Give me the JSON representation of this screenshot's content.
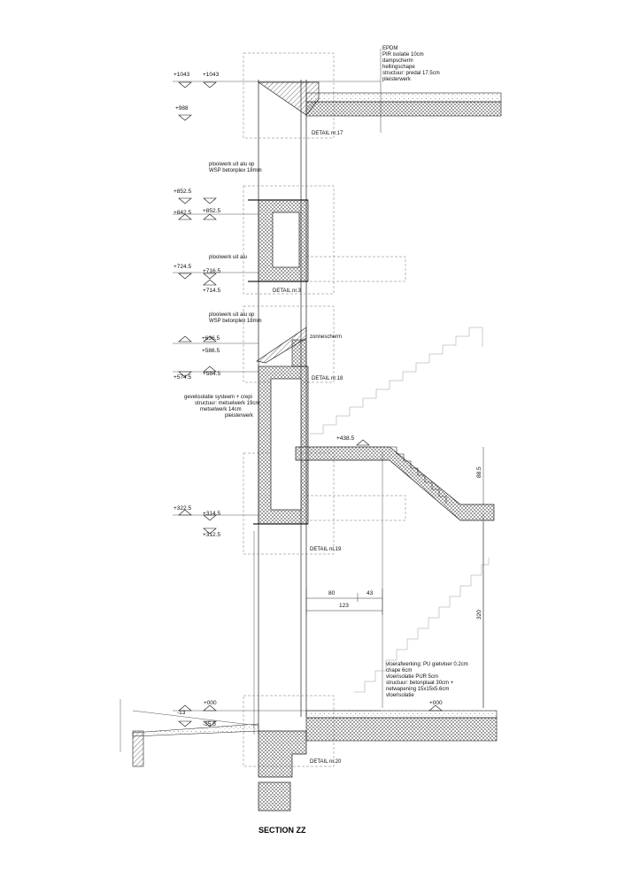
{
  "title": "SECTION ZZ",
  "levels_left": [
    "+1043",
    "+988",
    "+852.5",
    "+842.5",
    "+724.5",
    "+636.5",
    "+586.5",
    "+574.5",
    "+322.5",
    "+000",
    "-13"
  ],
  "levels_right": [
    "+1043",
    "+852.5",
    "+716.5",
    "+714.5",
    "+584.5",
    "+314.5",
    "+312.5",
    "-35.5"
  ],
  "level_stairs": "+438.5",
  "level_floor": "+000",
  "roof_spec": [
    "EPDM",
    "PIR isolatie 10cm",
    "dampscherm",
    "hellingschape",
    "structuur: predal 17.5cm",
    "pleisterwerk"
  ],
  "notes": {
    "plate_top": [
      "plooiwerk uit alu op",
      "WSP betonplex 18mm"
    ],
    "plate_mid": "plooiwerk uit alu",
    "plate_low": [
      "plooiwerk uit alu op",
      "WSP betonplex 18mm"
    ],
    "sunscreen": "zonnescherm",
    "facade": [
      "gevelisolatie systeem + crepi",
      "structuur: metselwerk 19cm",
      "metselwerk 14cm",
      "pleisterwerk"
    ],
    "floor": [
      "vloerafwerking: PU gietvloer 0.2cm",
      "chape 6cm",
      "vloerisolatie PUR 5cm",
      "structuur: betonplaat 30cm +",
      "netwapening 15x15x5.6cm",
      "vloerisolatie"
    ]
  },
  "details": [
    "DETAIL nr.17",
    "DETAIL nr.3",
    "DETAIL nr.18",
    "DETAIL nr.19",
    "DETAIL nr.20"
  ],
  "dimensions": {
    "d80": "80",
    "d43": "43",
    "d123": "123",
    "d885": "88.5",
    "d320": "320"
  }
}
